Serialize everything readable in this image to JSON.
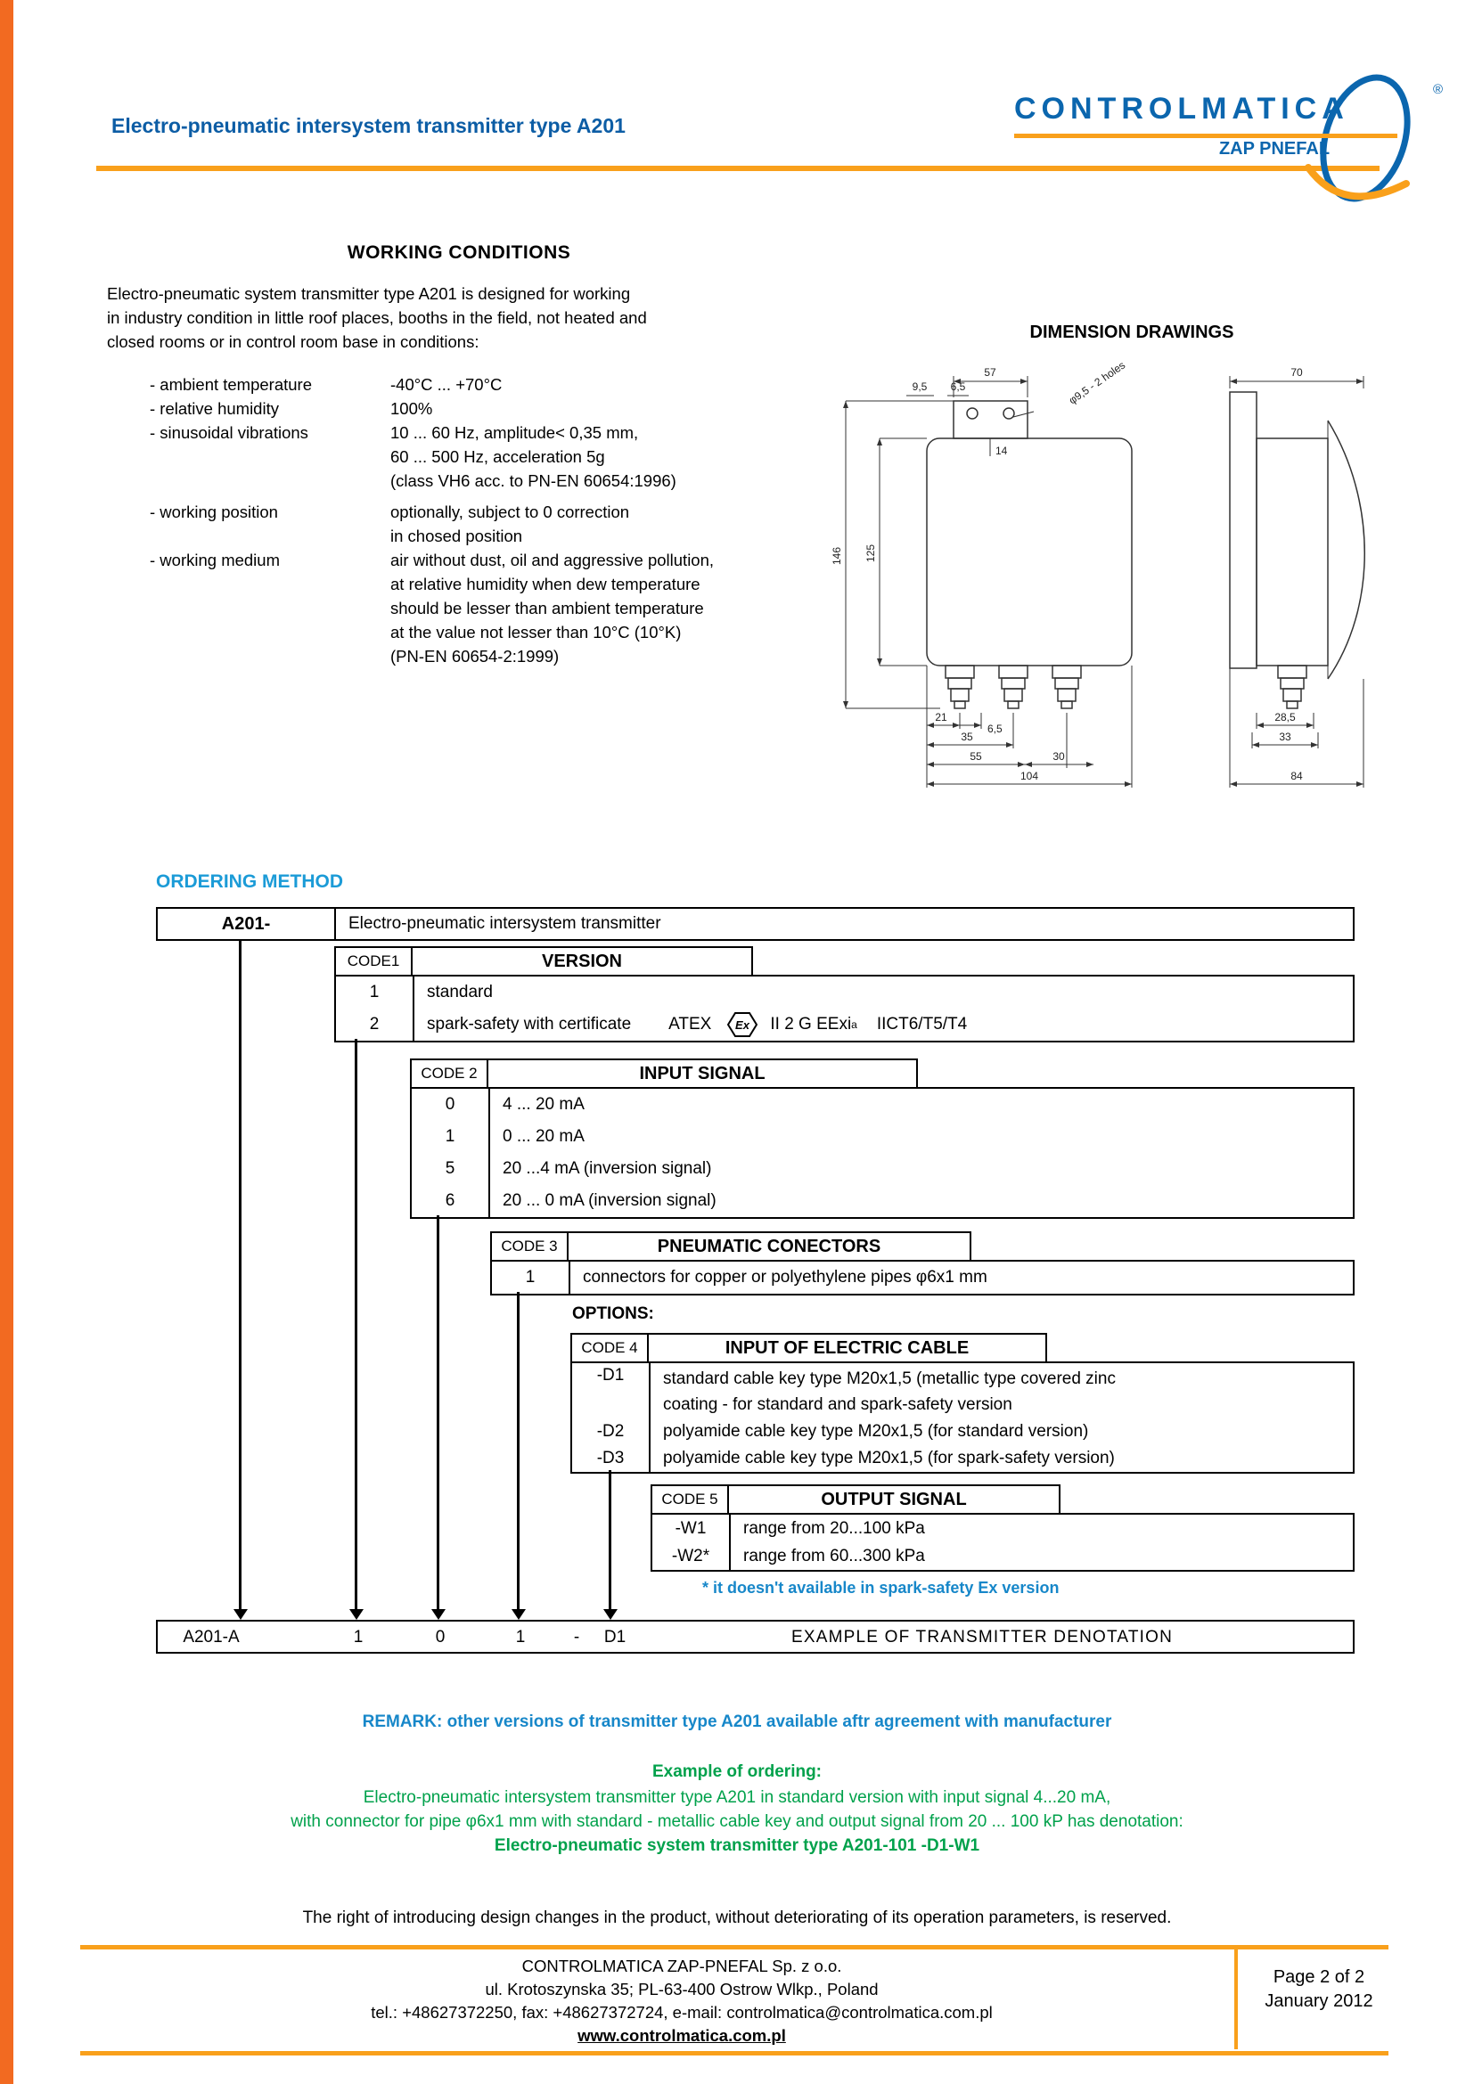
{
  "header": {
    "title": "Electro-pneumatic intersystem transmitter type A201",
    "logo": {
      "brand": "CONTROLMATICA",
      "sub": "ZAP PNEFAL",
      "registered": "®"
    }
  },
  "working_conditions": {
    "title": "WORKING CONDITIONS",
    "intro_lines": [
      "Electro-pneumatic system transmitter type A201 is designed for working",
      "in industry condition in little roof places, booths in the field, not heated and",
      "closed rooms or in control room base in conditions:"
    ],
    "items": [
      {
        "label": "- ambient temperature",
        "lines": [
          "-40°C ... +70°C"
        ]
      },
      {
        "label": "- relative humidity",
        "lines": [
          "100%"
        ]
      },
      {
        "label": "- sinusoidal vibrations",
        "lines": [
          "10 ... 60 Hz, amplitude< 0,35 mm,",
          "60 ... 500 Hz, acceleration 5g",
          "(class VH6 acc. to PN-EN 60654:1996)"
        ]
      },
      {
        "label": "- working position",
        "lines": [
          "optionally, subject to 0 correction",
          "in chosed position"
        ]
      },
      {
        "label": "- working medium",
        "lines": [
          "air without dust, oil and aggressive pollution,",
          "at relative humidity when dew temperature",
          "should be lesser than ambient temperature",
          "at the value not lesser than 10°C (10°K)",
          "(PN-EN 60654-2:1999)"
        ]
      }
    ]
  },
  "dimensions": {
    "title": "DIMENSION DRAWINGS",
    "front": {
      "w57": "57",
      "d95": "9,5",
      "d65": "6,5",
      "holes": "φ9,5 - 2 holes",
      "d14": "14",
      "h146": "146",
      "h125": "125",
      "b21": "21",
      "b65": "6,5",
      "b35": "35",
      "b55": "55",
      "b30": "30",
      "b104": "104"
    },
    "side": {
      "w70": "70",
      "b285": "28,5",
      "b33": "33",
      "b84": "84"
    }
  },
  "ordering": {
    "title": "ORDERING METHOD",
    "root": {
      "code": "A201-",
      "desc": "Electro-pneumatic intersystem transmitter"
    },
    "version": {
      "code": "CODE1",
      "title": "VERSION",
      "r1c": "1",
      "r1d": "standard",
      "r2c": "2",
      "r2d": "spark-safety with certificate",
      "r2atex": "ATEX",
      "r2ex": "Ex",
      "r2pre": "II 2 G EExi",
      "r2sub": "a",
      "r2post": "IICT6/T5/T4"
    },
    "input_signal": {
      "code": "CODE 2",
      "title": "INPUT SIGNAL",
      "rows": [
        {
          "c": "0",
          "d": "4 ... 20 mA"
        },
        {
          "c": "1",
          "d": "0 ... 20 mA"
        },
        {
          "c": "5",
          "d": "20 ...4 mA (inversion signal)"
        },
        {
          "c": "6",
          "d": "20 ... 0 mA (inversion signal)"
        }
      ]
    },
    "pneumatic": {
      "code": "CODE 3",
      "title": "PNEUMATIC CONECTORS",
      "rows": [
        {
          "c": "1",
          "d": "connectors for copper or polyethylene pipes φ6x1 mm"
        }
      ]
    },
    "options_label": "OPTIONS:",
    "cable": {
      "code": "CODE 4",
      "title": "INPUT OF ELECTRIC CABLE",
      "r1c": "-D1",
      "r1d1": "standard cable key type M20x1,5 (metallic type covered zinc",
      "r1d2": "coating - for standard and spark-safety version",
      "r2c": "-D2",
      "r2d": "polyamide cable key type M20x1,5 (for standard version)",
      "r3c": "-D3",
      "r3d": "polyamide cable key type M20x1,5 (for spark-safety version)"
    },
    "output": {
      "code": "CODE 5",
      "title": "OUTPUT SIGNAL",
      "rows": [
        {
          "c": "-W1",
          "d": "range from 20...100 kPa"
        },
        {
          "c": "-W2*",
          "d": "range from 60...300 kPa"
        }
      ]
    },
    "footnote": "* it doesn't available in spark-safety Ex version",
    "example": {
      "cells": [
        "A201-A",
        "1",
        "0",
        "1",
        "-",
        "D1"
      ],
      "label": "EXAMPLE OF TRANSMITTER DENOTATION"
    }
  },
  "remark": "REMARK: other versions of transmitter type A201  available aftr agreement with manufacturer",
  "example_ordering": {
    "title": "Example of ordering:",
    "line1": "Electro-pneumatic intersystem transmitter type A201 in standard version with input signal 4...20 mA,",
    "line2": "with connector for pipe φ6x1 mm with standard - metallic cable key and output signal from 20 ... 100 kP has denotation:",
    "line3": "Electro-pneumatic system transmitter type  A201-101 -D1-W1"
  },
  "rights": "The right of introducing design changes in the product, without deteriorating of its operation parameters, is reserved.",
  "footer": {
    "company": "CONTROLMATICA ZAP-PNEFAL Sp. z o.o.",
    "address": "ul. Krotoszynska 35; PL-63-400 Ostrow Wlkp., Poland",
    "contact": "tel.: +48627372250, fax: +48627372724, e-mail: controlmatica@controlmatica.com.pl",
    "website": "www.controlmatica.com.pl",
    "page": "Page 2 of 2",
    "date": "January 2012"
  }
}
